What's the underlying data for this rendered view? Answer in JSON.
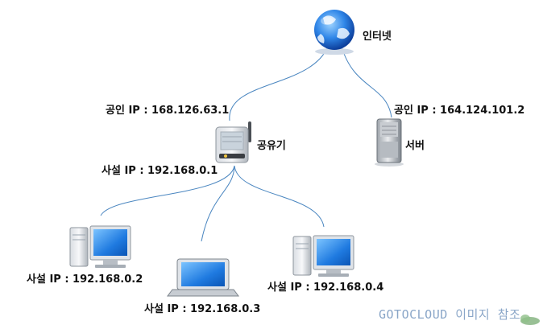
{
  "nodes": {
    "internet": {
      "label": "인터넷"
    },
    "router": {
      "label": "공유기",
      "public_ip": "공인 IP : 168.126.63.1",
      "private_ip": "사설 IP : 192.168.0.1"
    },
    "server": {
      "label": "서버",
      "public_ip": "공인 IP : 164.124.101.2"
    },
    "pc1": {
      "ip": "사설 IP : 192.168.0.2"
    },
    "laptop": {
      "ip": "사설 IP : 192.168.0.3"
    },
    "pc2": {
      "ip": "사설 IP : 192.168.0.4"
    }
  },
  "watermark": "GOTOCLOUD 이미지 참조",
  "colors": {
    "link": "#4a86c0",
    "screen": "#2a7bd6",
    "globe": "#1f6fd8"
  }
}
